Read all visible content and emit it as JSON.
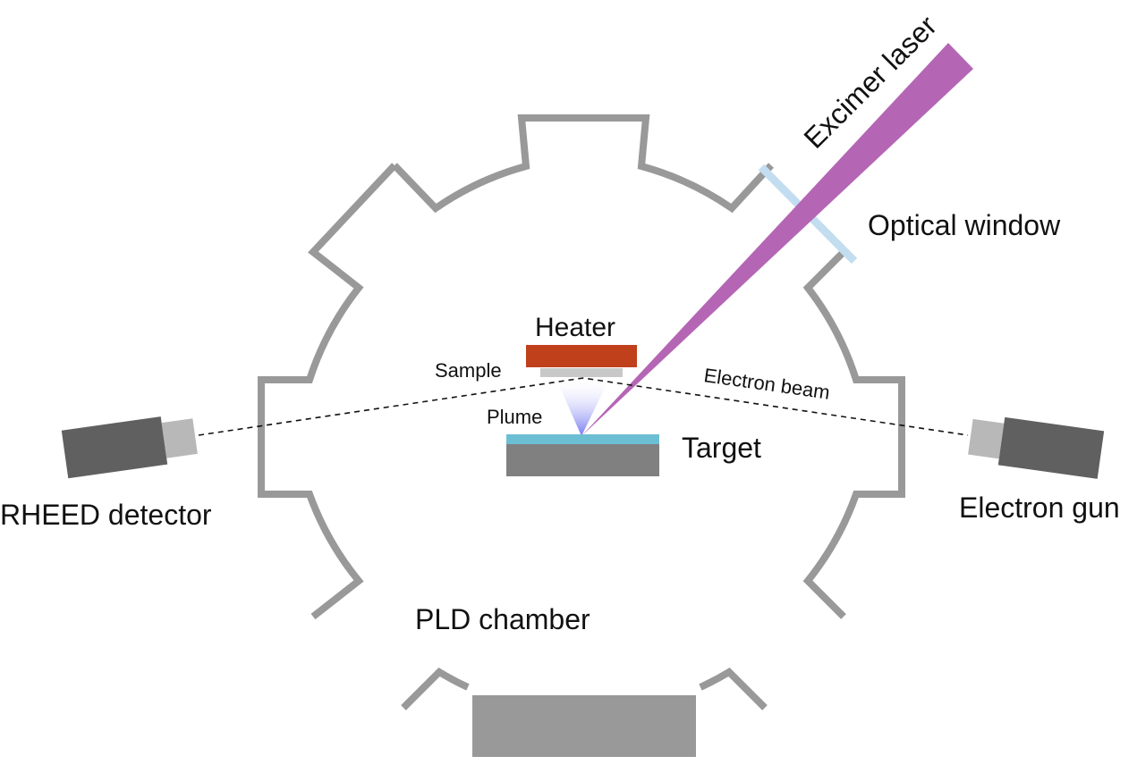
{
  "labels": {
    "excimer_laser": "Excimer laser",
    "optical_window": "Optical window",
    "heater": "Heater",
    "sample": "Sample",
    "electron_beam": "Electron beam",
    "plume": "Plume",
    "target": "Target",
    "rheed_detector": "RHEED detector",
    "electron_gun": "Electron gun",
    "pld_chamber": "PLD chamber"
  },
  "colors": {
    "chamber_wall": "#999999",
    "laser_beam": "#b466b4",
    "optical_window": "#c3ddf0",
    "heater": "#c0401c",
    "sample": "#c8c8c8",
    "target_surface": "#6cbfd3",
    "target_body": "#808080",
    "device_body": "#606060",
    "device_nozzle": "#b8b8b8",
    "plume": "#6f72f0"
  },
  "icons": [
    "rheed-detector-icon",
    "electron-gun-icon"
  ]
}
